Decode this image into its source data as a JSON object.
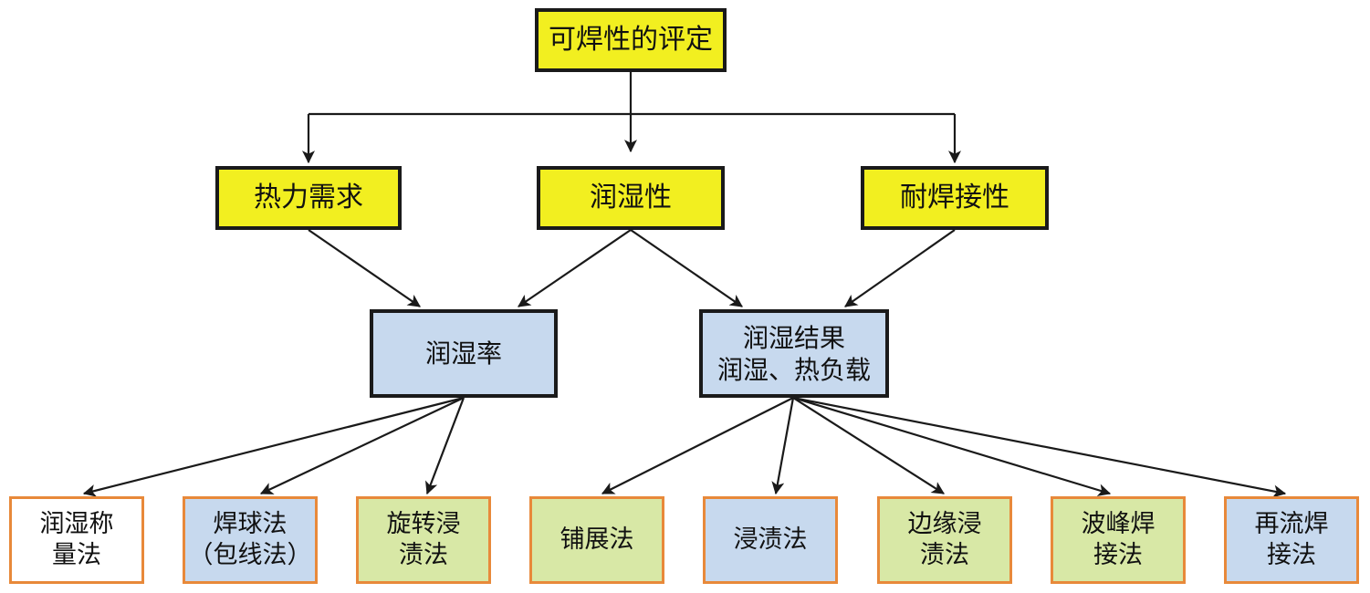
{
  "root": {
    "label": "可焊性的评定"
  },
  "level1": [
    {
      "label": "热力需求"
    },
    {
      "label": "润湿性"
    },
    {
      "label": "耐焊接性"
    }
  ],
  "level2": [
    {
      "lines": [
        "润湿率"
      ]
    },
    {
      "lines": [
        "润湿结果",
        "润湿、热负载"
      ]
    }
  ],
  "leaves": [
    {
      "lines": [
        "润湿称",
        "量法"
      ],
      "fill": "white"
    },
    {
      "lines": [
        "焊球法",
        "（包线法）"
      ],
      "fill": "blue"
    },
    {
      "lines": [
        "旋转浸",
        "渍法"
      ],
      "fill": "green"
    },
    {
      "lines": [
        "铺展法"
      ],
      "fill": "green"
    },
    {
      "lines": [
        "浸渍法"
      ],
      "fill": "blue"
    },
    {
      "lines": [
        "边缘浸",
        "渍法"
      ],
      "fill": "green"
    },
    {
      "lines": [
        "波峰焊",
        "接法"
      ],
      "fill": "green"
    },
    {
      "lines": [
        "再流焊",
        "接法"
      ],
      "fill": "blue"
    }
  ],
  "colors": {
    "yellow_fill": "#f2ef20",
    "blue_fill": "#c7d9ee",
    "green_fill": "#d8e8a6",
    "leaf_border": "#e8893a",
    "line": "#1a1a1a"
  }
}
